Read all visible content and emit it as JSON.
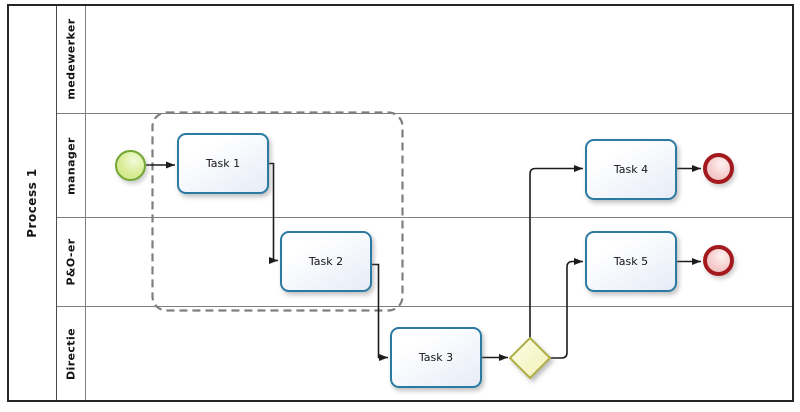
{
  "pool": {
    "label": "Process 1"
  },
  "lanes": [
    {
      "label": "medewerker"
    },
    {
      "label": "manager"
    },
    {
      "label": "P&O-er"
    },
    {
      "label": "Directie"
    }
  ],
  "tasks": [
    {
      "label": "Task 1"
    },
    {
      "label": "Task 2"
    },
    {
      "label": "Task 3"
    },
    {
      "label": "Task 4"
    },
    {
      "label": "Task 5"
    }
  ],
  "events": {
    "start": {
      "icon": "start-event-circle"
    },
    "end1": {
      "icon": "end-event-circle"
    },
    "end2": {
      "icon": "end-event-circle"
    }
  },
  "gateway": {
    "icon": "exclusive-gateway-diamond"
  },
  "group": {
    "icon": "dashed-group-box"
  },
  "colors": {
    "task_border": "#2b7aa1",
    "task_fill_from": "#ffffff",
    "task_fill_to": "#e6ecf7",
    "start_border": "#71a733",
    "start_fill": "#d9ec97",
    "end_border": "#a21a1d",
    "end_fill": "#f5caca",
    "gateway_border": "#b0ae49",
    "gateway_fill_from": "#fdfde9",
    "gateway_fill_to": "#f1f1b4",
    "group_stroke": "#7f7f7f",
    "flow_stroke": "#1c1c1c",
    "lane_line": "#7e7e7e",
    "pool_border": "#262626"
  }
}
